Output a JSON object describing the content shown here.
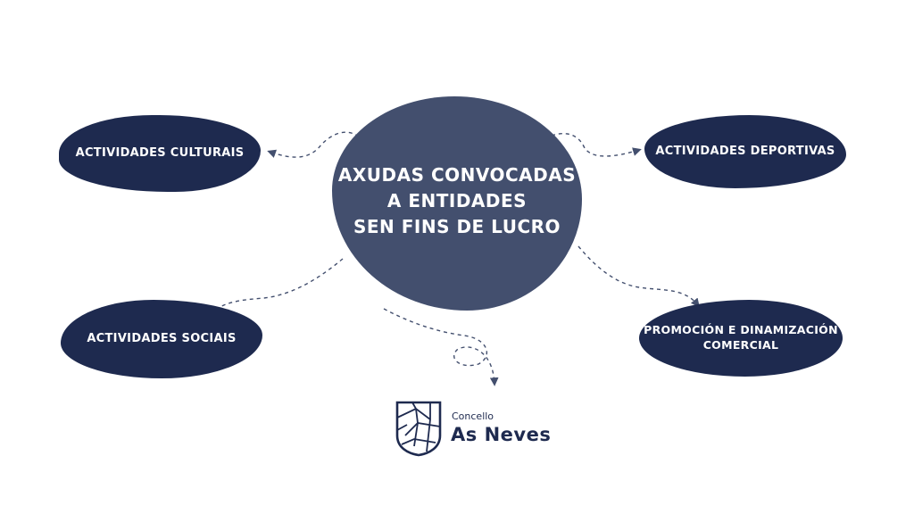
{
  "center_node": {
    "text": "AXUDAS CONVOCADAS\nA ENTIDADES\nSEN FINS DE LUCRO"
  },
  "nodes": {
    "culturais": "ACTIVIDADES CULTURAIS",
    "deportivas": "ACTIVIDADES DEPORTIVAS",
    "sociais": "ACTIVIDADES SOCIAIS",
    "comercial": "PROMOCIÓN E DINAMIZACIÓN\nCOMERCIAL"
  },
  "logo": {
    "small": "Concello",
    "big": "As Neves"
  },
  "colors": {
    "node": "#1e2a4f",
    "center": "#434f6e",
    "connector": "#434f6e"
  }
}
